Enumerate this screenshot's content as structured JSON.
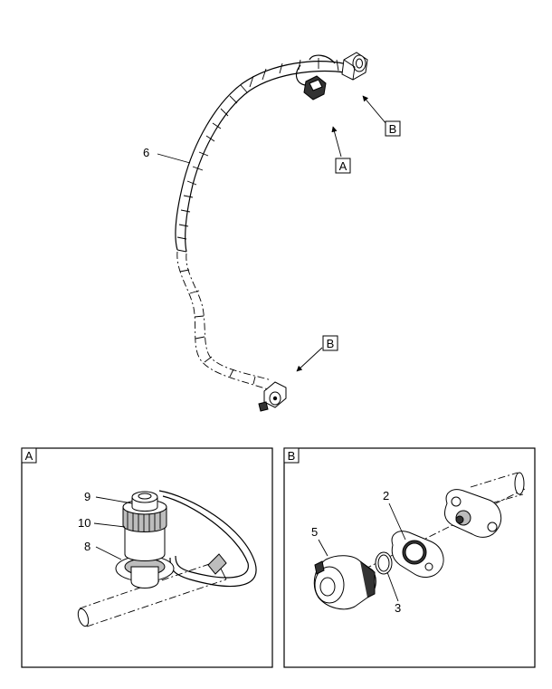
{
  "callouts": {
    "harness": "6",
    "view_a_ref": "A",
    "view_b_ref_top": "B",
    "view_b_ref_bottom": "B",
    "panel_a_title": "A",
    "panel_b_title": "B",
    "a_item_9": "9",
    "a_item_10": "10",
    "a_item_8": "8",
    "b_item_2": "2",
    "b_item_5": "5",
    "b_item_3": "3"
  }
}
